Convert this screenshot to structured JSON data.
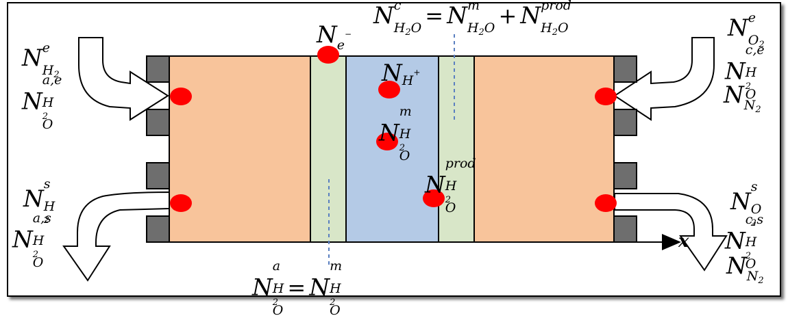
{
  "colors": {
    "anode_cathode": "#f8c49b",
    "catalyst_layer": "#d8e6c8",
    "membrane": "#b4cae6",
    "current_collector": "#6e6e6e",
    "dot": "#ff0000",
    "dashed_line": "#5a7fc0",
    "arrow_fill": "#ffffff",
    "arrow_stroke": "#000000"
  },
  "labels": {
    "cathode_balance": {
      "N": "N",
      "c_sup": "c",
      "h2o_sub": "H",
      "two": "2",
      "o": "O",
      "eq": "=",
      "m_sup": "m",
      "plus": "+",
      "prod_sup": "prod"
    },
    "anode_balance": {
      "N": "N",
      "a_sup": "a",
      "eq": "=",
      "m_sup": "m"
    },
    "electron": {
      "N": "N",
      "e": "e",
      "minus": "−"
    },
    "proton": {
      "N": "N",
      "H": "H",
      "plus": "+"
    },
    "membrane_water": {
      "N": "N",
      "m_sup": "m"
    },
    "produced_water": {
      "N": "N",
      "prod_sup": "prod"
    },
    "anode_inlet_h2": {
      "N": "N",
      "e_sup": "e",
      "H": "H",
      "two": "2"
    },
    "anode_inlet_water": {
      "N": "N",
      "ae_sup": "a,e"
    },
    "anode_outlet_h2": {
      "N": "N",
      "s_sup": "s"
    },
    "anode_outlet_water": {
      "N": "N",
      "as_sup": "a,s"
    },
    "cathode_inlet_o2": {
      "N": "N",
      "e_sup": "e",
      "O": "O",
      "two": "2"
    },
    "cathode_inlet_water": {
      "N": "N",
      "ce_sup": "c,e"
    },
    "cathode_inlet_n2": {
      "N": "N",
      "N_sub": "N",
      "two": "2"
    },
    "cathode_outlet_o2": {
      "N": "N",
      "s_sup": "s"
    },
    "cathode_outlet_water": {
      "N": "N",
      "cs_sup": "c,s"
    },
    "cathode_outlet_n2": {
      "N": "N"
    },
    "x_axis": "x"
  }
}
